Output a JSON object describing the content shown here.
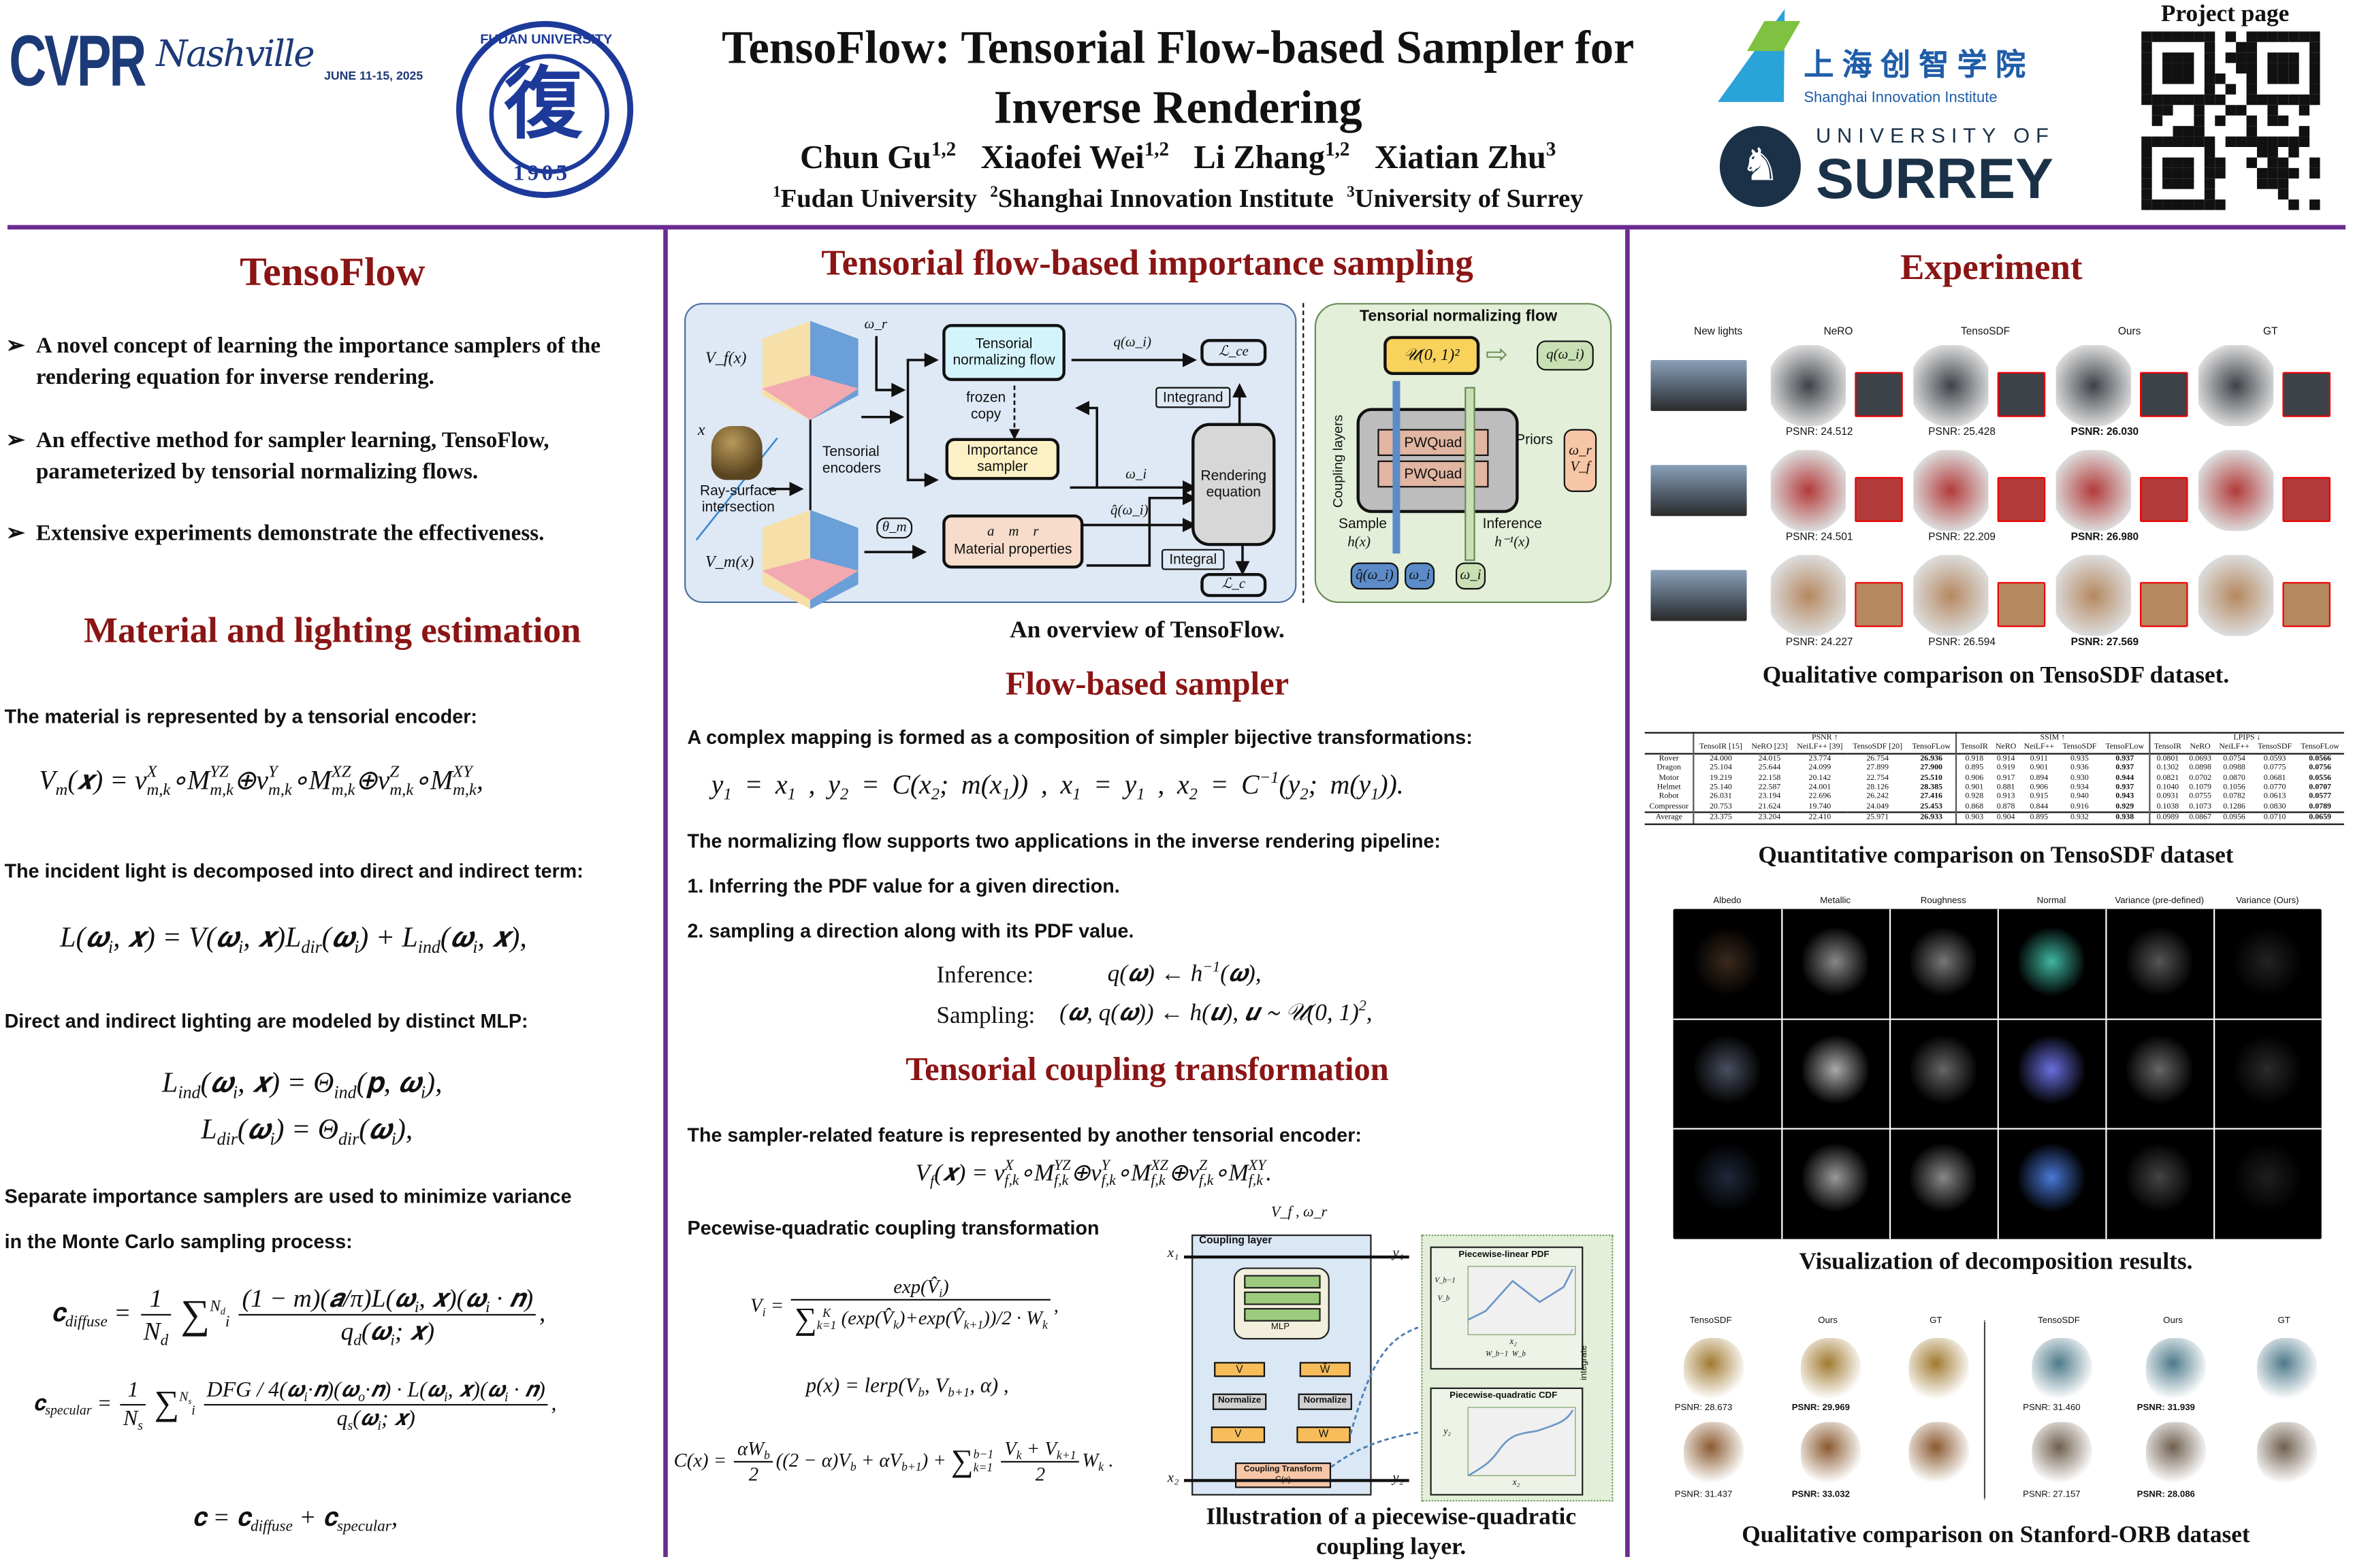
{
  "header": {
    "cvpr_logo": {
      "text": "CVPR",
      "script": "Nashville",
      "dates": "JUNE 11-15, 2025"
    },
    "fudan_seal": {
      "text": "FUDAN UNIVERSITY",
      "year": "1905",
      "glyph": "復"
    },
    "title_line1": "TensoFlow: Tensorial Flow-based Sampler for",
    "title_line2": "Inverse Rendering",
    "authors": [
      {
        "name": "Chun Gu",
        "aff": "1,2"
      },
      {
        "name": "Xiaofei Wei",
        "aff": "1,2"
      },
      {
        "name": "Li Zhang",
        "aff": "1,2"
      },
      {
        "name": "Xiatian Zhu",
        "aff": "3"
      }
    ],
    "affiliations": [
      {
        "num": "1",
        "name": "Fudan University"
      },
      {
        "num": "2",
        "name": "Shanghai Innovation Institute"
      },
      {
        "num": "3",
        "name": "University of Surrey"
      }
    ],
    "sii_logo": {
      "cn": "上 海 创 智 学 院",
      "en": "Shanghai Innovation Institute"
    },
    "surrey_logo": {
      "top": "UNIVERSITY OF",
      "bottom": "SURREY"
    },
    "project_page_label": "Project page",
    "colors": {
      "accent": "#6a2c91",
      "heading": "#8b1414"
    }
  },
  "left": {
    "title": "TensoFlow",
    "bullets": [
      "A novel concept of learning the importance samplers of the rendering equation for inverse rendering.",
      "An effective method for sampler learning, TensoFlow, parameterized by tensorial normalizing flows.",
      "Extensive experiments demonstrate the effectiveness."
    ],
    "bullet_glyph": "➢",
    "section2_title": "Material and lighting estimation",
    "t1": "The material is represented by a tensorial encoder:",
    "eq1": "V_{m}(𝒙) = v^{X}_{m,k}∘M^{YZ}_{m,k}⊕v^{Y}_{m,k}∘M^{XZ}_{m,k}⊕v^{Z}_{m,k}∘M^{XY}_{m,k},",
    "t2": "The incident light is decomposed into direct and indirect term:",
    "eq2": "L(𝝎_{i}, 𝒙) = V(𝝎_{i}, 𝒙)L_{dir}(𝝎_{i}) + L_{ind}(𝝎_{i}, 𝒙),",
    "t3": "Direct and indirect lighting are modeled by distinct MLP:",
    "eq3": "L_{ind}(𝝎_{i}, 𝒙) = Θ_{ind}(𝐩, 𝝎_{i}),",
    "eq4": "L_{dir}(𝝎_{i}) = Θ_{dir}(𝝎_{i}),",
    "t4": "Separate importance samplers are used to minimize variance",
    "t5": "in the Monte Carlo sampling process:",
    "eq5": "𝐜_{diffuse} = \\frac{1}{N_{d}} ∑^{N_{d}}_{i} \\frac{(1 − m)(𝒂/π)L(𝝎_{i}, 𝒙)(𝝎_{i} · 𝒏)}{q_{d}(𝝎_{i}; 𝒙)},",
    "eq6": "𝐜_{specular} = \\frac{1}{N_{s}} ∑^{N_{s}}_{i} \\frac{DFG / 4(𝝎_{i}·𝒏)(𝝎_{o}·𝒏) · L(𝝎_{i}, 𝒙)(𝝎_{i} · 𝒏)}{q_{s}(𝝎_{i}; 𝒙)},",
    "eq7": "𝐜 = 𝐜_{diffuse} + 𝐜_{specular},"
  },
  "middle": {
    "title": "Tensorial flow-based importance sampling",
    "diagram": {
      "vf": "V_f(x)",
      "vm": "V_m(x)",
      "x": "x",
      "omega_r": "ω_r",
      "ray": "Ray-surface intersection",
      "encoders": "Tensorial encoders",
      "tnf": "Tensorial normalizing flow",
      "frozen": "frozen copy",
      "sampler": "Importance sampler",
      "theta": "θ_m",
      "material_syms": "a    m    r",
      "material": "Material properties",
      "q": "q(ω_i)",
      "omega_i": "ω_i",
      "qhat": "q̂(ω_i)",
      "lce": "ℒ_ce",
      "lc": "ℒ_c",
      "integrand": "Integrand",
      "integral": "Integral",
      "render": "Rendering equation",
      "flow_title": "Tensorial normalizing flow",
      "uniform": "𝒰(0, 1)²",
      "q_out": "q(ω_i)",
      "coupling": "Coupling layers",
      "pwquad1": "PWQuad",
      "pwquad2": "PWQuad",
      "priors": "Priors",
      "prior_w": "ω_r",
      "prior_v": "V_f",
      "sample": "Sample",
      "sample_fn": "h(x)",
      "inference": "Inference",
      "inference_fn": "h⁻¹(x)",
      "out_qhat": "q̂(ω_i)",
      "out_wi": "ω_i",
      "in_wi": "ω_i"
    },
    "caption1": "An overview of TensoFlow.",
    "section2_title": "Flow-based sampler",
    "t1": "A complex mapping is formed as a composition of simpler bijective transformations:",
    "eq1": "y_{1} = x_{1}   ,     y_{2} = C(x_{2}; m(x_{1})) ,          x_{1} = y_{1}    ,     x_{2} = C^{−1}(y_{2}; m(y_{1})).",
    "t2": "The normalizing flow supports two applications in the inverse rendering pipeline:",
    "t3": "1. Inferring the PDF value for a given direction.",
    "t4": "2. sampling a direction along with its PDF value.",
    "inference_label": "Inference:",
    "inference_eq": "q(𝝎) ← h^{−1}(𝝎),",
    "sampling_label": "Sampling:",
    "sampling_eq": "(𝝎, q(𝝎)) ← h(𝒖), 𝒖 ∼ 𝒰(0, 1)^{2},",
    "section3_title": "Tensorial coupling transformation",
    "t5": "The sampler-related feature is represented by another tensorial encoder:",
    "eq2": "V_{f}(𝒙) = v^{X}_{f,k}∘M^{YZ}_{f,k}⊕v^{Y}_{f,k}∘M^{XZ}_{f,k}⊕v^{Z}_{f,k}∘M^{XY}_{f,k}.",
    "t6": "Pecewise-quadratic coupling transformation",
    "eq3": "V_{i} = \\frac{exp(V̂_{i})}{∑^{K}_{k=1} (exp(V̂_{k})+exp(V̂_{k+1}))/2 · W_{k}},",
    "eq4": "p(x) = lerp(V_{b}, V_{b+1}, α) ,",
    "eq5": "C(x) = \\frac{αW_{b}}{2}((2 − α)V_{b} + αV_{b+1}) + ∑^{b−1}_{k=1} \\frac{V_{k} + V_{k+1}}{2}W_{k} .",
    "coupling_fig": {
      "input": "V_f , ω_r",
      "layer": "Coupling layer",
      "x1": "x₁",
      "y1": "y₁",
      "x2": "x₂",
      "y2": "y₂",
      "mlp": "MLP",
      "vhat": "V̂",
      "what": "Ŵ",
      "normalize1": "Normalize",
      "normalize2": "Normalize",
      "v": "V",
      "w": "W",
      "transform": "Coupling Transform",
      "transform_fn": "C(x)",
      "pdf_title": "Piecewise-linear PDF",
      "pdf_vb1": "V_b−1",
      "pdf_vb": "V_b",
      "pdf_x": "x₂",
      "pdf_w": "W_b−1  W_b",
      "integrate": "integrate",
      "cdf_title": "Piecewise-quadratic CDF",
      "cdf_y": "y₂",
      "cdf_x": "x₂"
    },
    "caption2_line1": "Illustration of a piecewise-quadratic",
    "caption2_line2": "coupling layer."
  },
  "right": {
    "title": "Experiment",
    "qual_columns": [
      "New lights",
      "NeRO",
      "TensoSDF",
      "Ours",
      "GT"
    ],
    "qual_psnr": [
      [
        "PSNR: 24.512",
        "PSNR: 25.428",
        "PSNR: 26.030"
      ],
      [
        "PSNR: 24.501",
        "PSNR: 22.209",
        "PSNR: 26.980"
      ],
      [
        "PSNR: 24.227",
        "PSNR: 26.594",
        "PSNR: 27.569"
      ]
    ],
    "caption1": "Qualitative comparison on TensoSDF dataset.",
    "table": {
      "groups": [
        "PSNR ↑",
        "SSIM ↑",
        "LPIPS ↓"
      ],
      "methods_psnr": [
        "TensoIR [15]",
        "NeRO [23]",
        "NeiLF++ [39]",
        "TensoSDF [20]",
        "TensoFLow"
      ],
      "methods": [
        "TensoIR",
        "NeRO",
        "NeiLF++",
        "TensoSDF",
        "TensoFLow"
      ],
      "rows": [
        {
          "name": "Rover",
          "psnr": [
            "24.000",
            "24.015",
            "23.774",
            "26.754",
            "26.936"
          ],
          "ssim": [
            "0.918",
            "0.914",
            "0.911",
            "0.935",
            "0.937"
          ],
          "lpips": [
            "0.0801",
            "0.0693",
            "0.0754",
            "0.0593",
            "0.0566"
          ]
        },
        {
          "name": "Dragon",
          "psnr": [
            "25.104",
            "25.644",
            "24.099",
            "27.899",
            "27.900"
          ],
          "ssim": [
            "0.895",
            "0.919",
            "0.901",
            "0.936",
            "0.937"
          ],
          "lpips": [
            "0.1302",
            "0.0898",
            "0.0988",
            "0.0775",
            "0.0756"
          ]
        },
        {
          "name": "Motor",
          "psnr": [
            "19.219",
            "22.158",
            "20.142",
            "22.754",
            "25.510"
          ],
          "ssim": [
            "0.906",
            "0.917",
            "0.894",
            "0.930",
            "0.944"
          ],
          "lpips": [
            "0.0821",
            "0.0702",
            "0.0870",
            "0.0681",
            "0.0556"
          ]
        },
        {
          "name": "Helmet",
          "psnr": [
            "25.140",
            "22.587",
            "24.001",
            "28.126",
            "28.385"
          ],
          "ssim": [
            "0.901",
            "0.881",
            "0.906",
            "0.934",
            "0.937"
          ],
          "lpips": [
            "0.1040",
            "0.1079",
            "0.1056",
            "0.0770",
            "0.0707"
          ]
        },
        {
          "name": "Robot",
          "psnr": [
            "26.031",
            "23.194",
            "22.696",
            "26.242",
            "27.416"
          ],
          "ssim": [
            "0.928",
            "0.913",
            "0.915",
            "0.940",
            "0.943"
          ],
          "lpips": [
            "0.0931",
            "0.0755",
            "0.0782",
            "0.0613",
            "0.0577"
          ]
        },
        {
          "name": "Compressor",
          "psnr": [
            "20.753",
            "21.624",
            "19.740",
            "24.049",
            "25.453"
          ],
          "ssim": [
            "0.868",
            "0.878",
            "0.844",
            "0.916",
            "0.929"
          ],
          "lpips": [
            "0.1038",
            "0.1073",
            "0.1286",
            "0.0830",
            "0.0789"
          ]
        }
      ],
      "average": {
        "name": "Average",
        "psnr": [
          "23.375",
          "23.204",
          "22.410",
          "25.971",
          "26.933"
        ],
        "ssim": [
          "0.903",
          "0.904",
          "0.895",
          "0.932",
          "0.938"
        ],
        "lpips": [
          "0.0989",
          "0.0867",
          "0.0956",
          "0.0710",
          "0.0659"
        ]
      }
    },
    "caption2": "Quantitative comparison on TensoSDF dataset",
    "decomp_columns": [
      "Albedo",
      "Metallic",
      "Roughness",
      "Normal",
      "Variance (pre-defined)",
      "Variance (Ours)"
    ],
    "caption3": "Visualization of decomposition results.",
    "orb_columns": [
      "TensoSDF",
      "Ours",
      "GT",
      "TensoSDF",
      "Ours",
      "GT"
    ],
    "orb_psnr": [
      [
        "PSNR: 28.673",
        "PSNR: 29.969",
        "PSNR: 31.460",
        "PSNR: 31.939"
      ],
      [
        "PSNR: 31.437",
        "PSNR: 33.032",
        "PSNR: 27.157",
        "PSNR: 28.086"
      ]
    ],
    "caption4": "Qualitative comparison on Stanford-ORB dataset"
  }
}
